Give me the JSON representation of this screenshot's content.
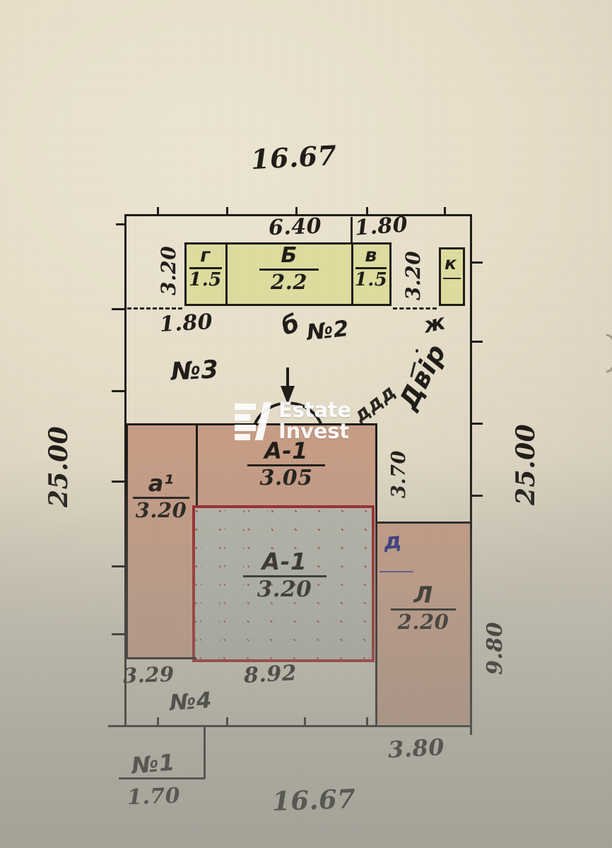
{
  "document": {
    "kind": "hand-drawn-site-plan",
    "language": "uk",
    "overall": {
      "top_width": "16.67",
      "bottom_width": "16.67",
      "left_height": "25.00",
      "right_height": "25.00"
    }
  },
  "watermark": {
    "line1": "Estate",
    "line2": "Invest",
    "logo_icon": "estate-invest-logo-icon"
  },
  "dimensions": {
    "top_overall": "16.67",
    "bottom_overall": "16.67",
    "left_side": "25.00",
    "right_side": "25.00",
    "annex_top_a": "6.40",
    "annex_top_b": "1.80",
    "annex_left_height": "3.20",
    "annex_right_height": "3.20",
    "annex_bottom_offset": "1.80",
    "yard_depth": "3.70",
    "house_left_width": "3.29",
    "house_main_width": "8.92",
    "right_wing_width": "3.80",
    "right_side_lower": "9.80",
    "bottom_left_offset": "1.70"
  },
  "plots": [
    {
      "id": "plot-3",
      "label": "№3"
    },
    {
      "id": "plot-2",
      "label": "№2"
    },
    {
      "id": "plot-4",
      "label": "№4"
    },
    {
      "id": "plot-1",
      "label": "№1"
    }
  ],
  "buildings": [
    {
      "id": "shed-g",
      "name": "г",
      "value": "1.5",
      "fill": "#dedc9f"
    },
    {
      "id": "shed-b",
      "name": "Б",
      "value": "2.2",
      "fill": "#dedc9f"
    },
    {
      "id": "shed-v",
      "name": "в",
      "value": "1.5",
      "fill": "#dedc9f"
    },
    {
      "id": "shed-k",
      "name": "к",
      "value": "",
      "fill": "#dedc9f"
    },
    {
      "id": "annex-a1",
      "name": "а¹",
      "value": "3.20",
      "fill": "#c79d86"
    },
    {
      "id": "house-A1-305",
      "name": "А-1",
      "value": "3.05",
      "fill": "#c79d86"
    },
    {
      "id": "house-A1-320",
      "name": "А-1",
      "value": "3.20",
      "fill": "#b6b7ab"
    },
    {
      "id": "wing-L",
      "name": "Л",
      "value": "2.20",
      "fill": "#c79d86"
    }
  ],
  "annotations": [
    {
      "id": "label-b-no2",
      "text": "б"
    },
    {
      "id": "label-zh",
      "text": "ж"
    },
    {
      "id": "label-dvir",
      "text": "Двір"
    },
    {
      "id": "label-d-blue",
      "text": "д"
    }
  ],
  "colors": {
    "paper": "#e9e1cc",
    "paper_shadow": "#a9a59c",
    "ink": "#211e1a",
    "yellow_fill": "#dedc9f",
    "pink_fill": "#c79d86",
    "hatch_fill": "#b6b7ab",
    "hatch_stroke": "#9c2427",
    "red_outline": "#9c2427",
    "blue_ink": "#3a3a8c",
    "watermark": "#ffffff"
  }
}
